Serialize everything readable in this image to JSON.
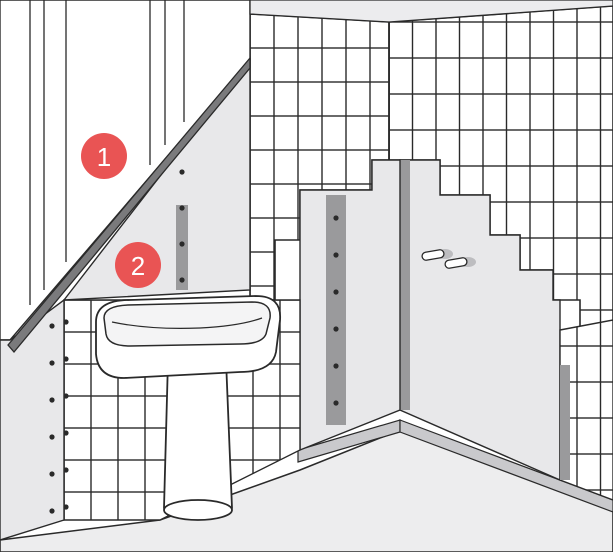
{
  "illustration": {
    "subject": "bathroom-sink-under-sloped-ceiling-wall-panels",
    "markers": [
      {
        "id": "marker-1",
        "label": "1",
        "color": "#e95454"
      },
      {
        "id": "marker-2",
        "label": "2",
        "color": "#e95454"
      }
    ],
    "colors": {
      "outline": "#2a2a2a",
      "tile": "#ffffff",
      "panel": "#e8e8ea",
      "panel_shadow": "#c9c9cc",
      "floor": "#ededee",
      "strip": "#9a9a9c",
      "badge": "#e95454"
    }
  }
}
